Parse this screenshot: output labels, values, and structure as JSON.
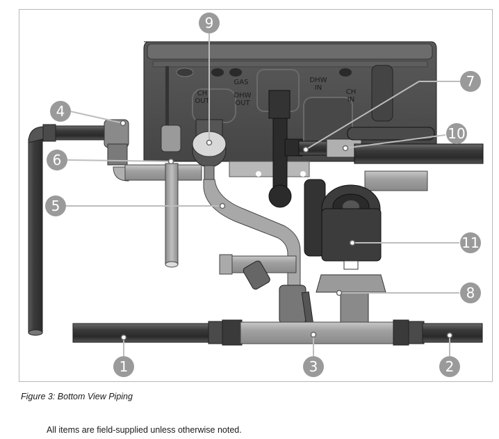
{
  "figure": {
    "caption": "Figure 3: Bottom View Piping",
    "unit_labels": {
      "gas": "GAS",
      "ch_out": [
        "CH",
        "OUT"
      ],
      "dhw_out": [
        "DHW",
        "OUT"
      ],
      "dhw_in": [
        "DHW",
        "IN"
      ],
      "ch_in": [
        "CH",
        "IN"
      ]
    },
    "callouts": [
      {
        "id": "1",
        "label": "1"
      },
      {
        "id": "2",
        "label": "2"
      },
      {
        "id": "3",
        "label": "3"
      },
      {
        "id": "4",
        "label": "4"
      },
      {
        "id": "5",
        "label": "5"
      },
      {
        "id": "6",
        "label": "6"
      },
      {
        "id": "7",
        "label": "7"
      },
      {
        "id": "8",
        "label": "8"
      },
      {
        "id": "9",
        "label": "9"
      },
      {
        "id": "10",
        "label": "10"
      },
      {
        "id": "11",
        "label": "11"
      }
    ],
    "colors": {
      "callout_fill": "#9a9a9a",
      "unit_body": "#4a4a4a",
      "pipe_dark": "#3d3d3d",
      "pipe_light": "#a8a8a8"
    }
  },
  "note": "All items are field-supplied unless otherwise noted."
}
